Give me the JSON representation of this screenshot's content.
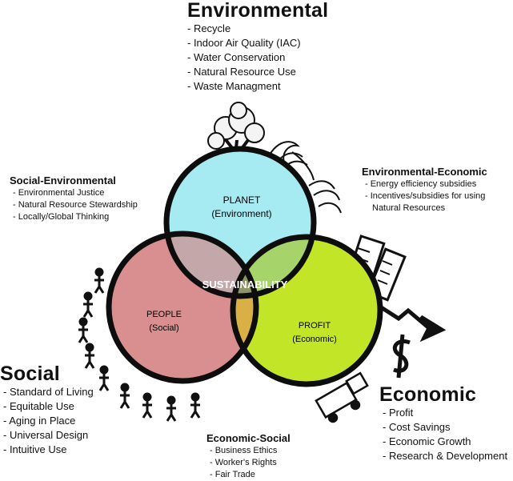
{
  "diagram": {
    "center_label": "SUSTAINABILITY",
    "circles": {
      "planet": {
        "name": "PLANET",
        "sub": "(Environment)",
        "color": "#a6eaf2"
      },
      "people": {
        "name": "PEOPLE",
        "sub": "(Social)",
        "color": "#d98f8f"
      },
      "profit": {
        "name": "PROFIT",
        "sub": "(Economic)",
        "color": "#c2e627"
      }
    },
    "overlap_colors": {
      "planet_people": "#c4a8a9",
      "planet_profit": "#a6d46a",
      "people_profit": "#d9b045",
      "all": "#8f9468"
    }
  },
  "environmental": {
    "title": "Environmental",
    "items": [
      "- Recycle",
      "- Indoor Air Quality (IAC)",
      "- Water Conservation",
      "- Natural Resource Use",
      "- Waste Managment"
    ]
  },
  "social": {
    "title": "Social",
    "items": [
      "- Standard of Living",
      "- Equitable Use",
      "- Aging in Place",
      "- Universal Design",
      "- Intuitive Use"
    ]
  },
  "economic": {
    "title": "Economic",
    "items": [
      "- Profit",
      "- Cost Savings",
      "- Economic Growth",
      "- Research & Development"
    ]
  },
  "social_environmental": {
    "title": "Social-Environmental",
    "items": [
      "- Environmental Justice",
      "- Natural Resource Stewardship",
      "- Locally/Global Thinking"
    ]
  },
  "environmental_economic": {
    "title": "Environmental-Economic",
    "items": [
      "- Energy efficiency subsidies",
      "- Incentives/subsidies for using",
      "Natural Resources"
    ]
  },
  "economic_social": {
    "title": "Economic-Social",
    "items": [
      "- Business Ethics",
      "- Worker's Rights",
      "- Fair Trade"
    ]
  }
}
